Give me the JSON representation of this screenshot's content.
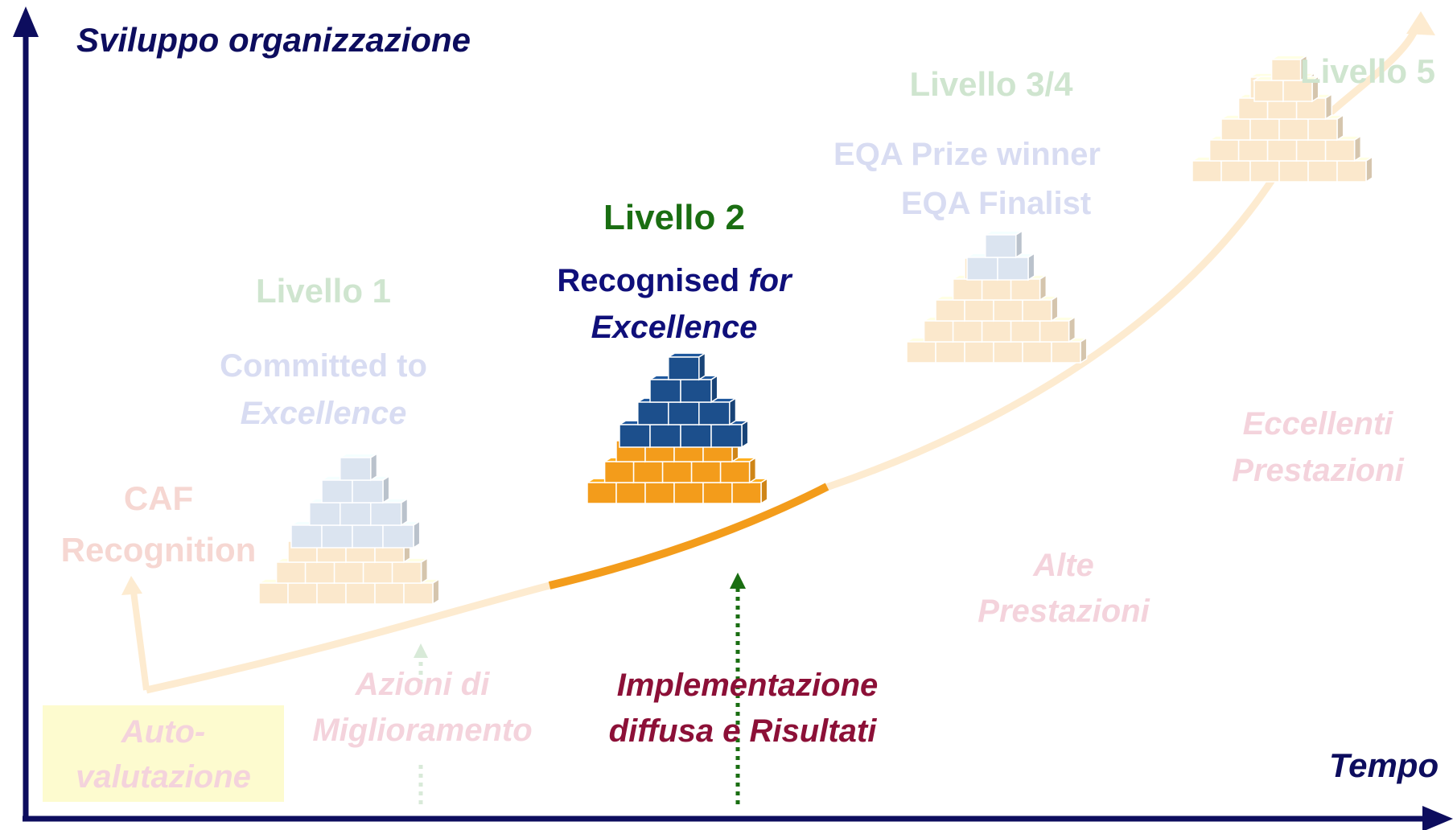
{
  "axes": {
    "y_label": "Sviluppo organizzazione",
    "x_label": "Tempo"
  },
  "levels": {
    "caf": [
      "CAF",
      "Recognition"
    ],
    "level1": {
      "title": "Livello 1",
      "sub_1": "Committed to",
      "sub_2": "Excellence"
    },
    "level2": {
      "title": "Livello 2",
      "sub_1_normal": "Recognised ",
      "sub_1_italic": "for",
      "sub_2": "Excellence"
    },
    "level34": {
      "title": "Livello 3/4",
      "sub_1": "EQA Prize winner",
      "sub_2": "EQA Finalist"
    },
    "level5": {
      "title": "Livello 5"
    }
  },
  "stages": {
    "autovalutazione": [
      "Auto-",
      "valutazione"
    ],
    "azioni": [
      "Azioni di",
      "Miglioramento"
    ],
    "implementazione": [
      "Implementazione",
      "diffusa e Risultati"
    ],
    "alte": [
      "Alte",
      "Prestazioni"
    ],
    "eccellenti": [
      "Eccellenti",
      "Prestazioni"
    ]
  },
  "colors": {
    "axis": "#0d0d5e",
    "navy_text": "#0f0f7a",
    "green": "#1a6e12",
    "maroon": "#8c1037",
    "orange": "#f39c1b",
    "blue_brick": "#1c4f8c",
    "faded_curve": "#fdebd0",
    "faded_yellow_box": "#fdfbcf",
    "faded_green": "#cfe5cf",
    "faded_blue": "#d8dcf2",
    "faded_pink": "#f4d3dc",
    "faded_red": "#f6d7d2",
    "faded_brick_orange": "#fbe8cc",
    "faded_brick_blue": "#dbe4f0"
  }
}
